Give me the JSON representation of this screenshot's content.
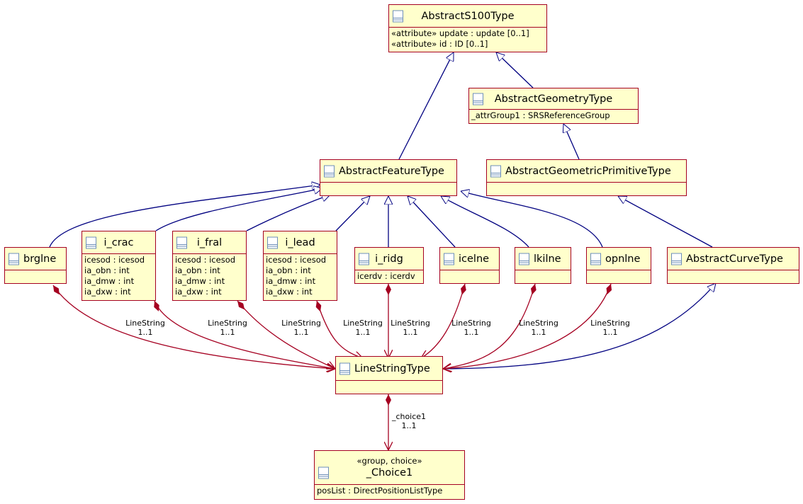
{
  "classes": {
    "abstract_s100_type": {
      "name": "AbstractS100Type",
      "attributes": [
        "«attribute» update : update [0..1]",
        "«attribute» id : ID [0..1]"
      ]
    },
    "abstract_geometry_type": {
      "name": "AbstractGeometryType",
      "attributes": [
        "_attrGroup1 : SRSReferenceGroup"
      ]
    },
    "abstract_feature_type": {
      "name": "AbstractFeatureType",
      "attributes": []
    },
    "abstract_geometric_primitive_type": {
      "name": "AbstractGeometricPrimitiveType",
      "attributes": []
    },
    "brglne": {
      "name": "brglne",
      "attributes": []
    },
    "i_crac": {
      "name": "i_crac",
      "attributes": [
        "icesod : icesod",
        "ia_obn : int",
        "ia_dmw : int",
        "ia_dxw : int"
      ]
    },
    "i_fral": {
      "name": "i_fral",
      "attributes": [
        "icesod : icesod",
        "ia_obn : int",
        "ia_dmw : int",
        "ia_dxw : int"
      ]
    },
    "i_lead": {
      "name": "i_lead",
      "attributes": [
        "icesod : icesod",
        "ia_obn : int",
        "ia_dmw : int",
        "ia_dxw : int"
      ]
    },
    "i_ridg": {
      "name": "i_ridg",
      "attributes": [
        "icerdv : icerdv"
      ]
    },
    "icelne": {
      "name": "icelne",
      "attributes": []
    },
    "lkilne": {
      "name": "lkilne",
      "attributes": []
    },
    "opnlne": {
      "name": "opnlne",
      "attributes": []
    },
    "abstract_curve_type": {
      "name": "AbstractCurveType",
      "attributes": []
    },
    "line_string_type": {
      "name": "LineStringType",
      "attributes": []
    },
    "choice1": {
      "stereotype": "«group, choice»",
      "name": "_Choice1",
      "attributes": [
        "posList : DirectPositionListType"
      ]
    }
  },
  "generalizations": [
    {
      "from": "abstract_feature_type",
      "to": "abstract_s100_type"
    },
    {
      "from": "abstract_geometry_type",
      "to": "abstract_s100_type"
    },
    {
      "from": "abstract_geometric_primitive_type",
      "to": "abstract_geometry_type"
    },
    {
      "from": "brglne",
      "to": "abstract_feature_type"
    },
    {
      "from": "i_crac",
      "to": "abstract_feature_type"
    },
    {
      "from": "i_fral",
      "to": "abstract_feature_type"
    },
    {
      "from": "i_lead",
      "to": "abstract_feature_type"
    },
    {
      "from": "i_ridg",
      "to": "abstract_feature_type"
    },
    {
      "from": "icelne",
      "to": "abstract_feature_type"
    },
    {
      "from": "lkilne",
      "to": "abstract_feature_type"
    },
    {
      "from": "opnlne",
      "to": "abstract_feature_type"
    },
    {
      "from": "abstract_curve_type",
      "to": "abstract_geometric_primitive_type"
    },
    {
      "from": "line_string_type",
      "to": "abstract_curve_type"
    }
  ],
  "compositions": [
    {
      "from": "brglne",
      "to": "line_string_type",
      "role": "LineString",
      "multiplicity": "1..1"
    },
    {
      "from": "i_crac",
      "to": "line_string_type",
      "role": "LineString",
      "multiplicity": "1..1"
    },
    {
      "from": "i_fral",
      "to": "line_string_type",
      "role": "LineString",
      "multiplicity": "1..1"
    },
    {
      "from": "i_lead",
      "to": "line_string_type",
      "role": "LineString",
      "multiplicity": "1..1"
    },
    {
      "from": "i_ridg",
      "to": "line_string_type",
      "role": "LineString",
      "multiplicity": "1..1"
    },
    {
      "from": "icelne",
      "to": "line_string_type",
      "role": "LineString",
      "multiplicity": "1..1"
    },
    {
      "from": "lkilne",
      "to": "line_string_type",
      "role": "LineString",
      "multiplicity": "1..1"
    },
    {
      "from": "opnlne",
      "to": "line_string_type",
      "role": "LineString",
      "multiplicity": "1..1"
    },
    {
      "from": "line_string_type",
      "to": "choice1",
      "role": "_choice1",
      "multiplicity": "1..1"
    }
  ],
  "colors": {
    "class_fill": "#ffffcc",
    "class_border": "#a50021",
    "generalization": "#000080",
    "composition": "#a50021"
  }
}
